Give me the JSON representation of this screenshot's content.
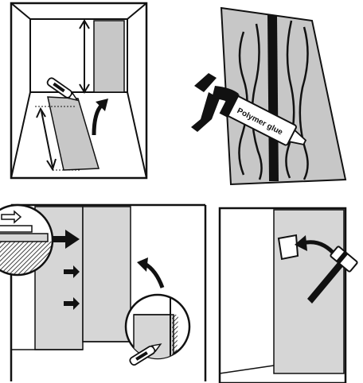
{
  "panels": [
    {
      "id": "panel-1",
      "description_hidden": ""
    },
    {
      "id": "panel-2"
    },
    {
      "id": "panel-3"
    },
    {
      "id": "panel-4"
    }
  ],
  "glue_tube": {
    "label": "Polymer glue"
  },
  "colors": {
    "stroke": "#111111",
    "wallpaper": "#c7c7c7",
    "wallpaper_light": "#d6d6d6",
    "background": "#ffffff"
  },
  "icons": [
    "tape-measure-arrow-icon",
    "knife-icon",
    "caulking-gun-icon",
    "hammer-icon",
    "magnifier-detail-icon",
    "push-arrow-icon"
  ]
}
